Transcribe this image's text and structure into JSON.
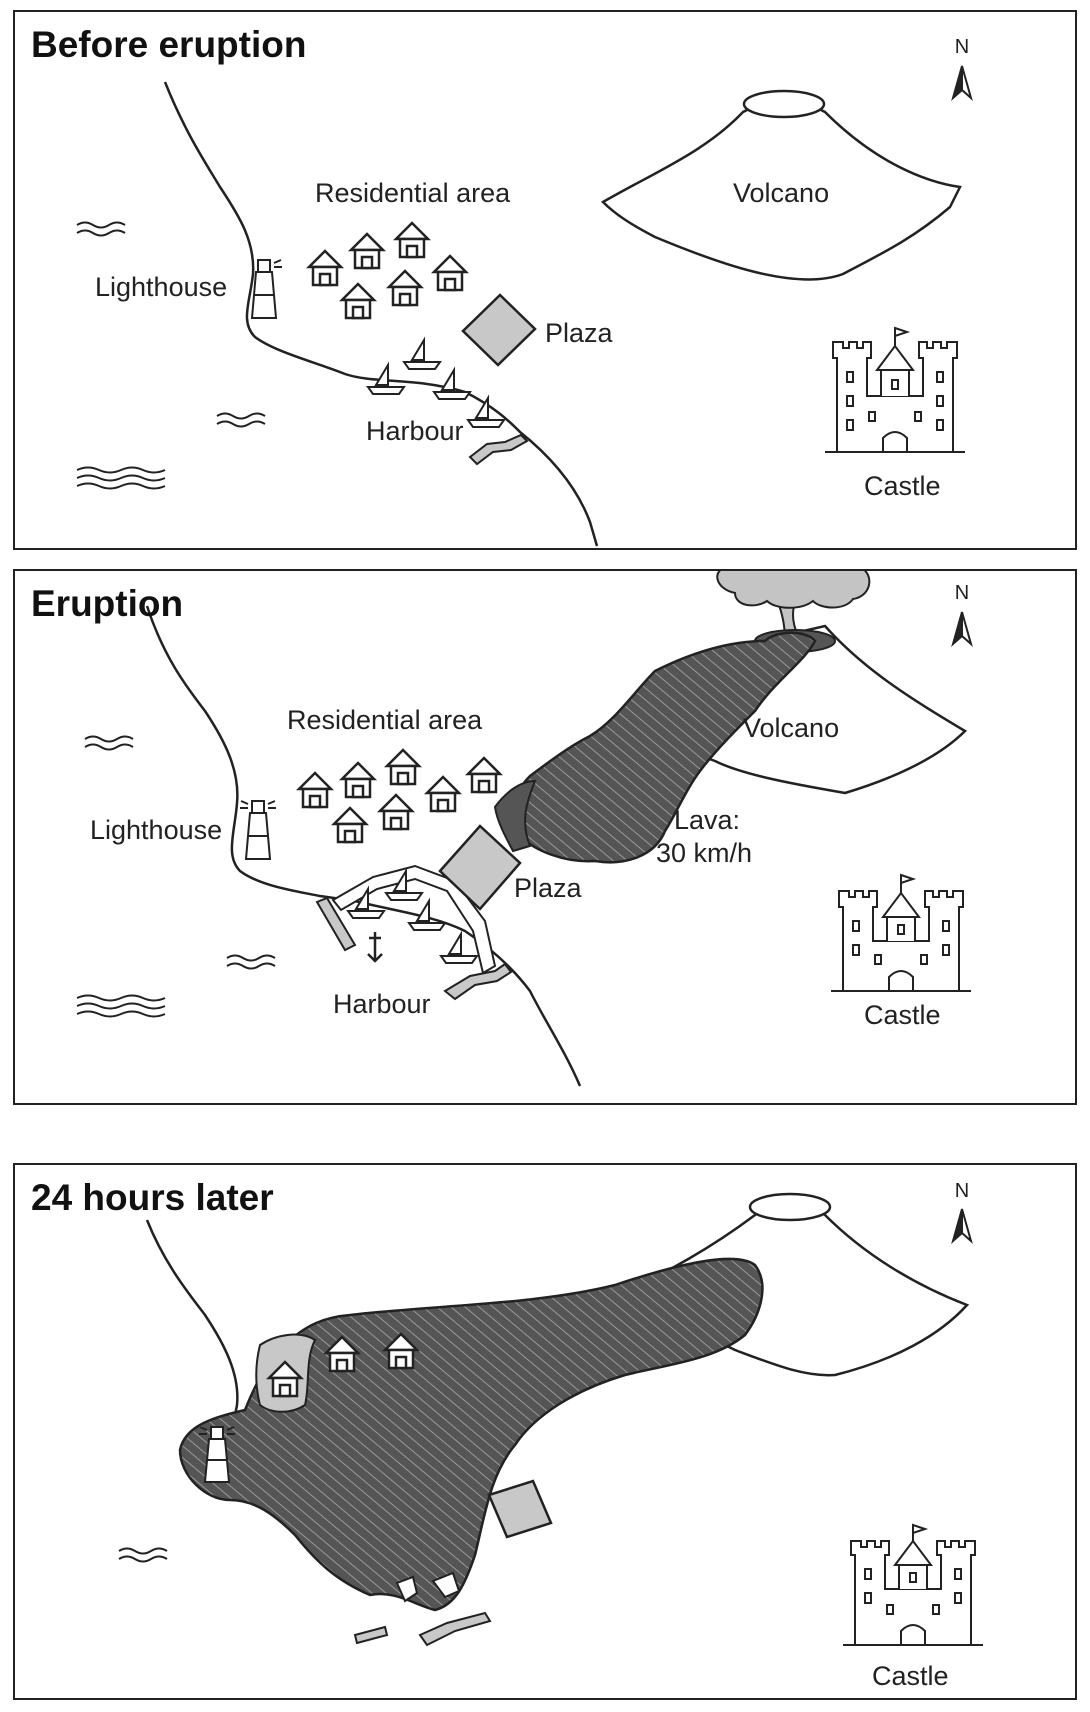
{
  "panels": [
    {
      "title": "Before eruption",
      "labels": {
        "residential": "Residential area",
        "volcano": "Volcano",
        "lighthouse": "Lighthouse",
        "plaza": "Plaza",
        "harbour": "Harbour",
        "castle": "Castle"
      },
      "north": "N"
    },
    {
      "title": "Eruption",
      "labels": {
        "residential": "Residential area",
        "volcano": "Volcano",
        "lighthouse": "Lighthouse",
        "plaza": "Plaza",
        "harbour": "Harbour",
        "castle": "Castle",
        "lava_line1": "Lava:",
        "lava_line2": "30 km/h"
      },
      "north": "N"
    },
    {
      "title": "24 hours later",
      "labels": {
        "castle": "Castle"
      },
      "north": "N"
    }
  ],
  "colors": {
    "lava": "#555555",
    "plaza": "#c8c8c8",
    "ash": "#c4c4c4",
    "outline": "#222222"
  }
}
